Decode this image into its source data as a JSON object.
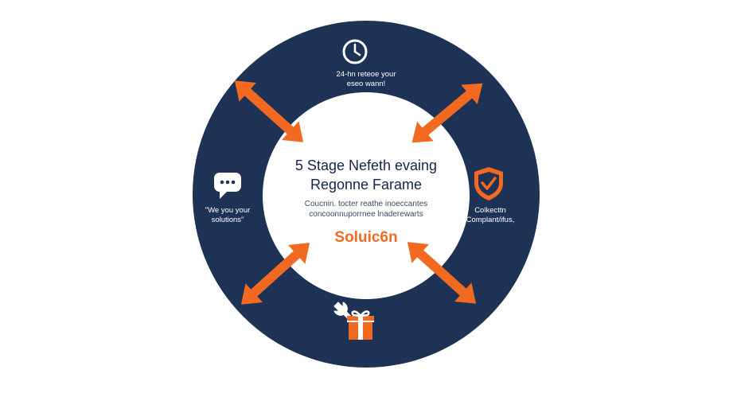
{
  "center": {
    "title_line1": "5 Stage Nefeth evaing",
    "title_line2": "Regonne Farame",
    "subtitle_line1": "Coucnin. tocter reathe inoeccantes",
    "subtitle_line2": "concoonnuporrnee lnaderewarts",
    "solution": "Soluic6n"
  },
  "stages": {
    "top": {
      "icon": "clock-icon",
      "caption_line1": "24-hn reteoe your",
      "caption_line2": "eseo wann!"
    },
    "left": {
      "icon": "chat-bubble-icon",
      "caption_line1": "\"We you your",
      "caption_line2": "solutions\""
    },
    "right": {
      "icon": "shield-check-icon",
      "caption_line1": "Colkecttn",
      "caption_line2": "Complant/ifus,"
    },
    "bottom": {
      "icon": "wrench-gift-icon"
    }
  },
  "colors": {
    "ring": "#1e3256",
    "accent": "#f26a21",
    "center_fill": "#ffffff"
  }
}
